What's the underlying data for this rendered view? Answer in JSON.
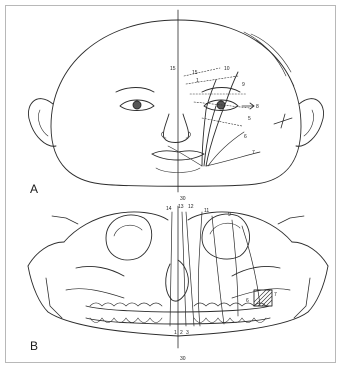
{
  "figure": {
    "panel_a": {
      "letter": "A",
      "midline_bottom_label": "30",
      "midline_top_label": "15",
      "marker_labels": [
        "15",
        "1",
        "10",
        "8",
        "9",
        "6",
        "5",
        "7"
      ]
    },
    "panel_b": {
      "letter": "B",
      "midline_bottom_label": "30",
      "top_labels": [
        "14",
        "13",
        "12",
        "11",
        "9"
      ],
      "marker_labels": [
        "1",
        "2",
        "3",
        "6",
        "7"
      ]
    }
  },
  "colors": {
    "ink": "#2b2b2b",
    "background": "#ffffff",
    "frame": "#b8b8b8"
  }
}
